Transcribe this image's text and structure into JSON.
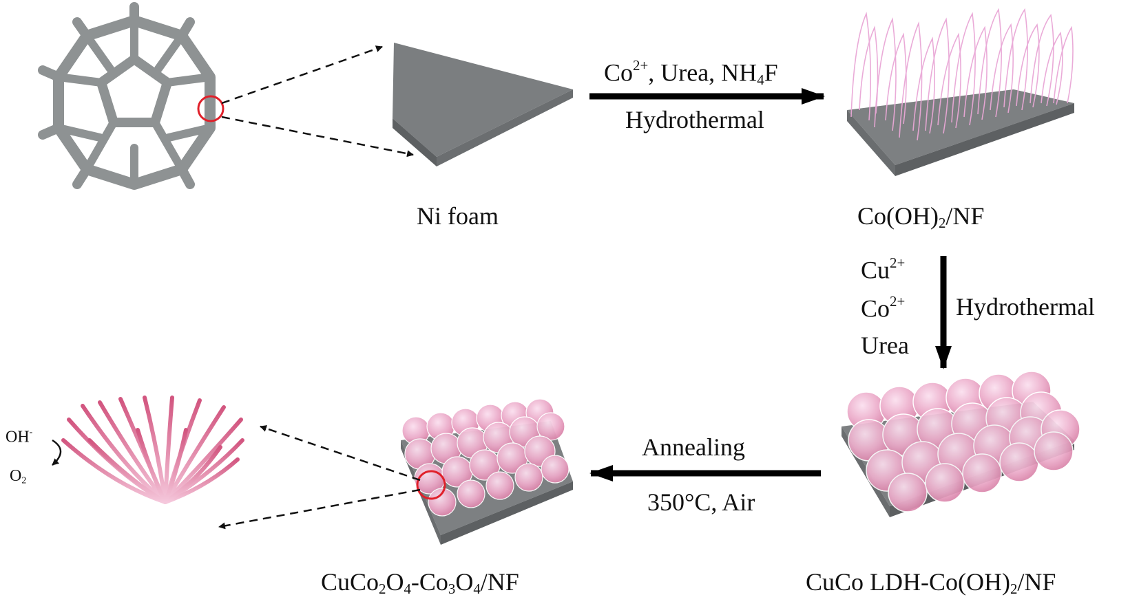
{
  "labels": {
    "ni_foam": "Ni foam",
    "coh2_a": "Co(OH)",
    "coh2_sub": "2",
    "coh2_b": "/NF",
    "step1_co": "Co",
    "step1_co_sup": "2+",
    "step1_mid": ", Urea, NH",
    "step1_nh_sub": "4",
    "step1_f": "F",
    "step1_bottom": "Hydrothermal",
    "step2_cu": "Cu",
    "step2_cu_sup": "2+",
    "step2_co": "Co",
    "step2_co_sup": "2+",
    "step2_urea": "Urea",
    "step2_right": "Hydrothermal",
    "ldh_a": "CuCo LDH-Co(OH)",
    "ldh_sub": "2",
    "ldh_b": "/NF",
    "step3_top": "Annealing",
    "step3_bottom": "350°C, Air",
    "final_a": "CuCo",
    "final_s1": "2",
    "final_b": "O",
    "final_s2": "4",
    "final_c": "-Co",
    "final_s3": "3",
    "final_d": "O",
    "final_s4": "4",
    "final_e": "/NF",
    "oh": "OH",
    "oh_sup": "-",
    "o2": "O",
    "o2_sub": "2"
  },
  "colors": {
    "frame_gray": "#8e9293",
    "foam_gray": "#7b7e80",
    "pink_light": "#e9a7d6",
    "pink_flower": "#d9759a",
    "highlight_red": "#e0202a",
    "arrow_black": "#000000"
  }
}
